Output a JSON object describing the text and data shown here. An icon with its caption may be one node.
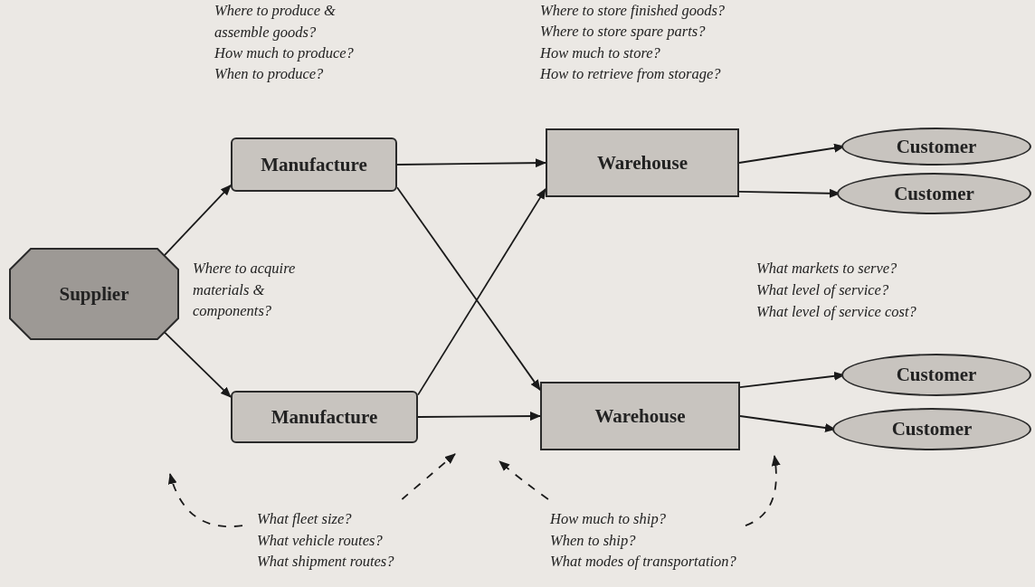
{
  "diagram": {
    "nodes": [
      {
        "text": [
          "Supplier"
        ]
      },
      {
        "text": [
          "Manufacture"
        ]
      },
      {
        "text": [
          "Manufacture"
        ]
      },
      {
        "text": [
          "Warehouse"
        ]
      },
      {
        "text": [
          "Warehouse"
        ]
      },
      {
        "text": [
          "Customer"
        ]
      },
      {
        "text": [
          "Customer"
        ]
      },
      {
        "text": [
          "Customer"
        ]
      },
      {
        "text": [
          "Customer"
        ]
      },
      {
        "text": [
          "What fleet size?",
          "What vehicle routes?",
          "What shipment routes?"
        ]
      },
      {
        "text": [
          "How much to ship?",
          "When to ship?",
          "What modes of transportation?"
        ]
      }
    ],
    "edges": [
      {
        "from": 0,
        "to": 1,
        "arrow": "to"
      },
      {
        "from": 0,
        "to": 2,
        "arrow": "to"
      },
      {
        "from": 1,
        "to": 3,
        "arrow": "to"
      },
      {
        "from": 1,
        "to": 4,
        "arrow": "to"
      },
      {
        "from": 2,
        "to": 3,
        "arrow": "to"
      },
      {
        "from": 2,
        "to": 4,
        "arrow": "to"
      },
      {
        "from": 3,
        "to": 5,
        "arrow": "to"
      },
      {
        "from": 3,
        "to": 6,
        "arrow": "to"
      },
      {
        "from": 4,
        "to": 7,
        "arrow": "to"
      },
      {
        "from": 4,
        "to": 8,
        "arrow": "to"
      },
      {
        "from": 9,
        "to": null,
        "arrow": "to",
        "style": "dashed"
      },
      {
        "from": 9,
        "to": null,
        "arrow": "to",
        "style": "dashed"
      },
      {
        "from": 10,
        "to": null,
        "arrow": "to",
        "style": "dashed"
      },
      {
        "from": 10,
        "to": null,
        "arrow": "to",
        "style": "dashed"
      }
    ],
    "labels": [
      "Where to produce & assemble goods?",
      "How much to produce?",
      "When to produce?",
      "Where to store finished goods?",
      "Where to store spare parts?",
      "How much to store?",
      "How to retrieve from storage?",
      "Where to acquire materials & components?",
      "What markets to serve?",
      "What level of service?",
      "What level of service cost?"
    ]
  }
}
